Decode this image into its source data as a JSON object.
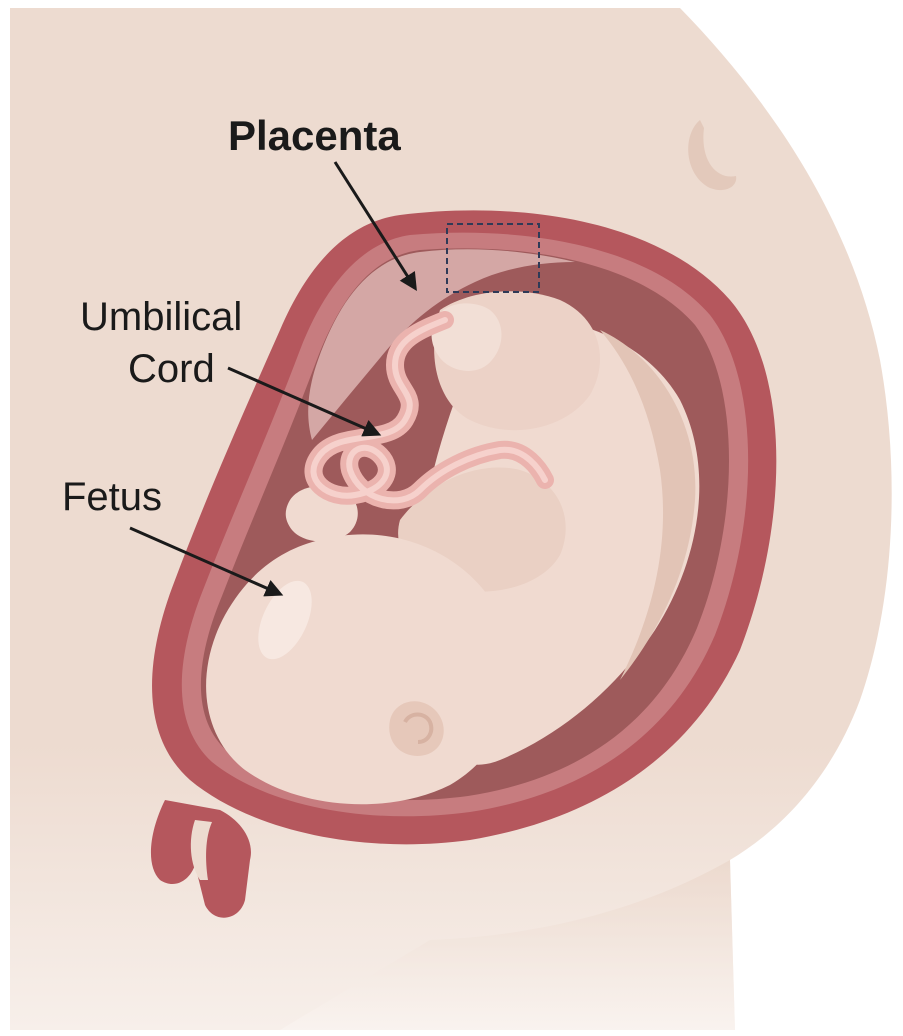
{
  "labels": {
    "placenta": "Placenta",
    "umbilical_line1": "Umbilical",
    "umbilical_line2": "Cord",
    "fetus": "Fetus"
  },
  "colors": {
    "skin": "#eddbd0",
    "skin_dark": "#e0c6b6",
    "uterus_wall": "#b5575d",
    "uterus_wall_dark": "#9a4349",
    "uterus_inner": "#a05a5c",
    "amniotic": "#d9aaa8",
    "placenta": "#c98f8d",
    "fetus": "#f0dad0",
    "fetus_shadow": "#e2c4b6",
    "cord": "#ebb3ae",
    "cord_dark": "#d79a95",
    "arrow": "#1a1a1a",
    "dashed_box": "#2e3a57"
  }
}
